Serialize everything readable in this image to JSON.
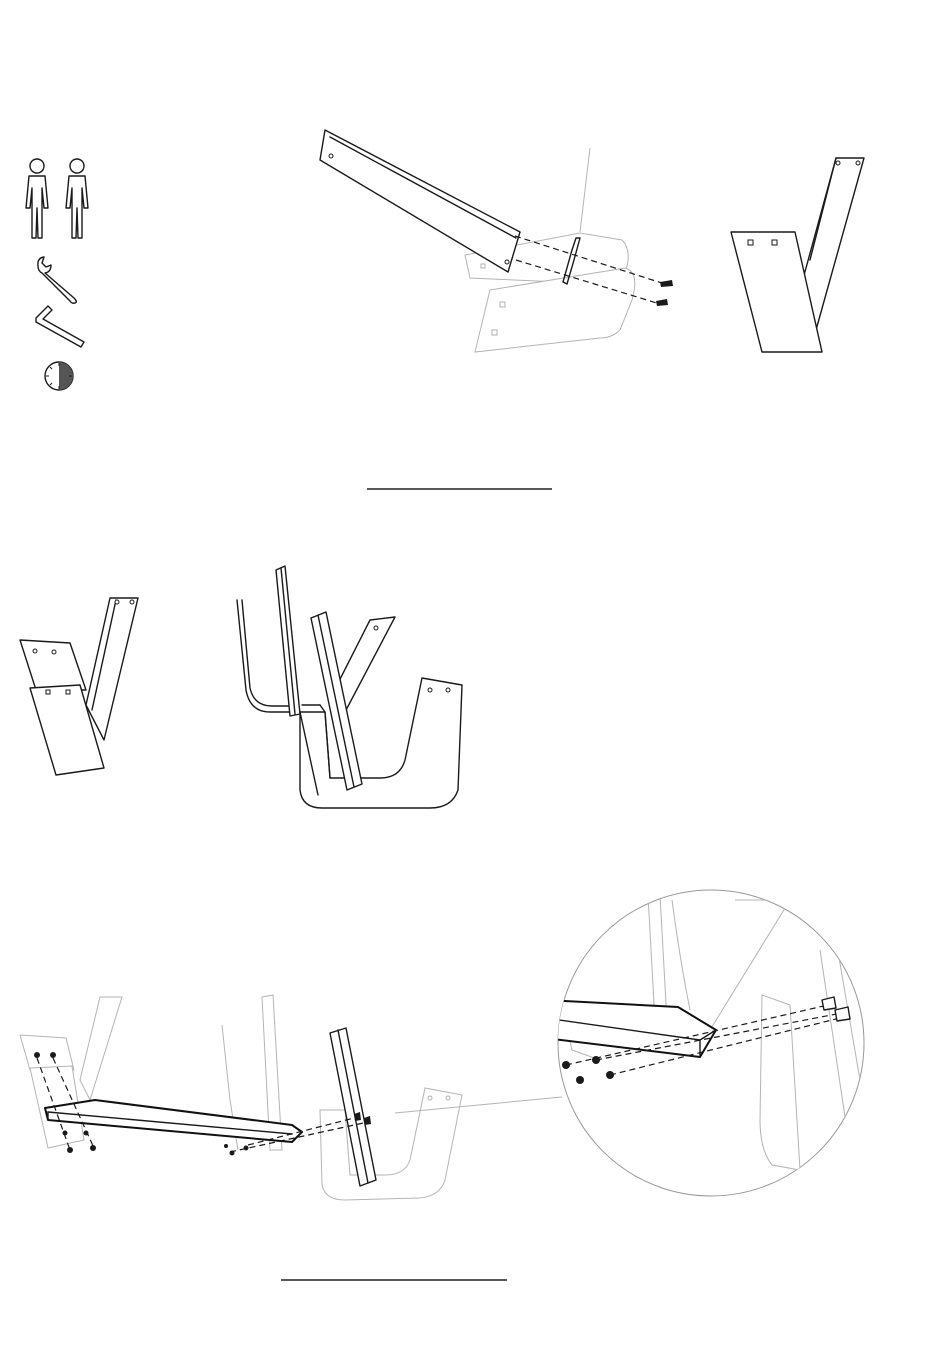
{
  "icons": {
    "persons": "two-persons-icon",
    "wrench": "wrench-icon",
    "hex_key": "hex-key-icon",
    "timer": "timer-icon"
  },
  "steps": [
    {
      "step": "attach-brace-to-leg",
      "figures": [
        "brace-insertion",
        "assembled-v-leg"
      ]
    },
    {
      "step": "assemble-frames",
      "figures": [
        "single-v-leg",
        "u-frame-with-posts"
      ]
    },
    {
      "step": "attach-seat-board",
      "figures": [
        "bench-assembly",
        "detail-magnifier"
      ]
    }
  ],
  "colors": {
    "ink": "#1a1a1a",
    "ghost": "#b4b4b4",
    "background": "#ffffff"
  }
}
